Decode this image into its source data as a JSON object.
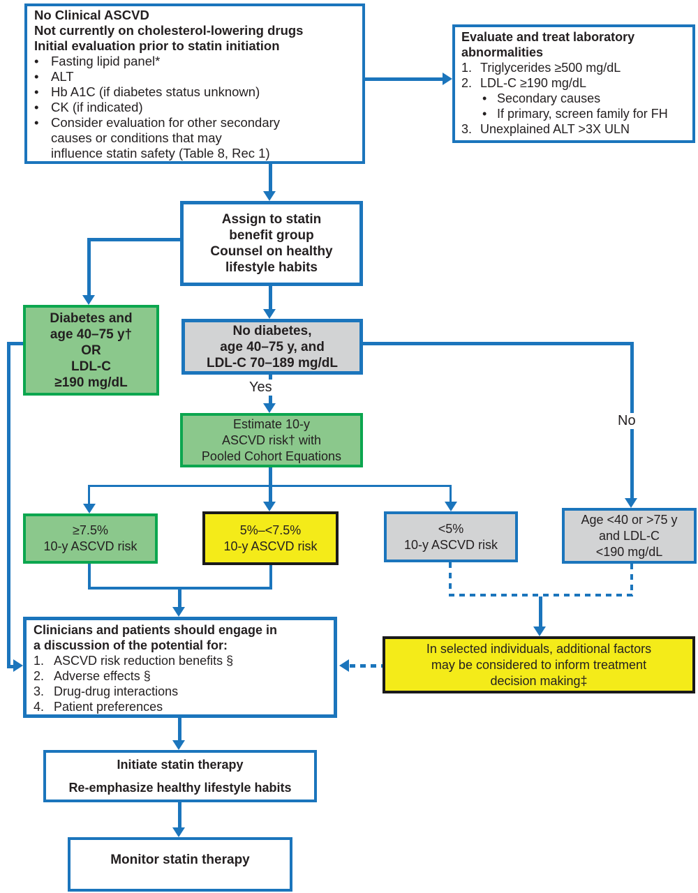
{
  "colors": {
    "blue": "#1B75BC",
    "green_fill": "#8BC88C",
    "green_border": "#0CA64F",
    "yellow_fill": "#F4EB19",
    "gray_fill": "#D2D3D4",
    "black": "#1A1A1A",
    "text": "#231F20"
  },
  "glyphs": {
    "bullet": "•"
  },
  "labels": {
    "yes": "Yes",
    "no": "No"
  },
  "boxes": {
    "initial_eval": {
      "title_lines": [
        "No Clinical ASCVD",
        "Not currently on cholesterol-lowering drugs",
        "Initial evaluation prior to statin initiation"
      ],
      "bullets": [
        {
          "lines": [
            "Fasting lipid panel*"
          ]
        },
        {
          "lines": [
            "ALT"
          ]
        },
        {
          "lines": [
            "Hb A1C (if diabetes status unknown)"
          ]
        },
        {
          "lines": [
            "CK (if indicated)"
          ]
        },
        {
          "lines": [
            "Consider evaluation for other secondary",
            "causes or conditions that may",
            "influence statin safety (Table 8, Rec 1)"
          ]
        }
      ]
    },
    "lab_abnormalities": {
      "title_lines": [
        "Evaluate and treat laboratory",
        "abnormalities"
      ],
      "items": [
        {
          "marker": "1.",
          "text": "Triglycerides ≥500 mg/dL"
        },
        {
          "marker": "2.",
          "text": "LDL-C ≥190 mg/dL"
        },
        {
          "marker": "•",
          "text": "Secondary causes"
        },
        {
          "marker": "•",
          "text": "If primary, screen family for FH"
        },
        {
          "marker": "3.",
          "text": "Unexplained ALT >3X ULN"
        }
      ]
    },
    "assign": {
      "lines": [
        "Assign to statin",
        "benefit group",
        "Counsel on healthy",
        "lifestyle habits"
      ]
    },
    "diabetes": {
      "lines": [
        "Diabetes and",
        "age 40–75 y†",
        "OR",
        "LDL-C",
        "≥190 mg/dL"
      ]
    },
    "no_diabetes": {
      "lines": [
        "No diabetes,",
        "age 40–75 y, and",
        "LDL-C 70–189 mg/dL"
      ]
    },
    "estimate": {
      "lines": [
        "Estimate 10-y",
        "ASCVD risk† with",
        "Pooled Cohort Equations"
      ]
    },
    "risk_high": {
      "lines": [
        "≥7.5%",
        "10-y ASCVD risk"
      ]
    },
    "risk_mid": {
      "lines": [
        "5%–<7.5%",
        "10-y ASCVD risk"
      ]
    },
    "risk_low": {
      "lines": [
        "<5%",
        "10-y ASCVD risk"
      ]
    },
    "age_ldl": {
      "lines": [
        "Age <40 or >75 y",
        "and LDL-C",
        "<190 mg/dL"
      ]
    },
    "discussion": {
      "title_lines": [
        "Clinicians and patients should engage in",
        "a discussion of the potential for:"
      ],
      "items": [
        {
          "marker": "1.",
          "text": "ASCVD risk reduction benefits §"
        },
        {
          "marker": "2.",
          "text": "Adverse effects §"
        },
        {
          "marker": "3.",
          "text": "Drug-drug interactions"
        },
        {
          "marker": "4.",
          "text": "Patient preferences"
        }
      ]
    },
    "selected_individuals": {
      "lines": [
        "In selected individuals, additional factors",
        "may be considered to inform treatment",
        "decision making‡"
      ]
    },
    "initiate": {
      "lines": [
        "Initiate statin therapy",
        "Re-emphasize healthy lifestyle habits"
      ]
    },
    "monitor": {
      "text": "Monitor statin therapy"
    }
  }
}
